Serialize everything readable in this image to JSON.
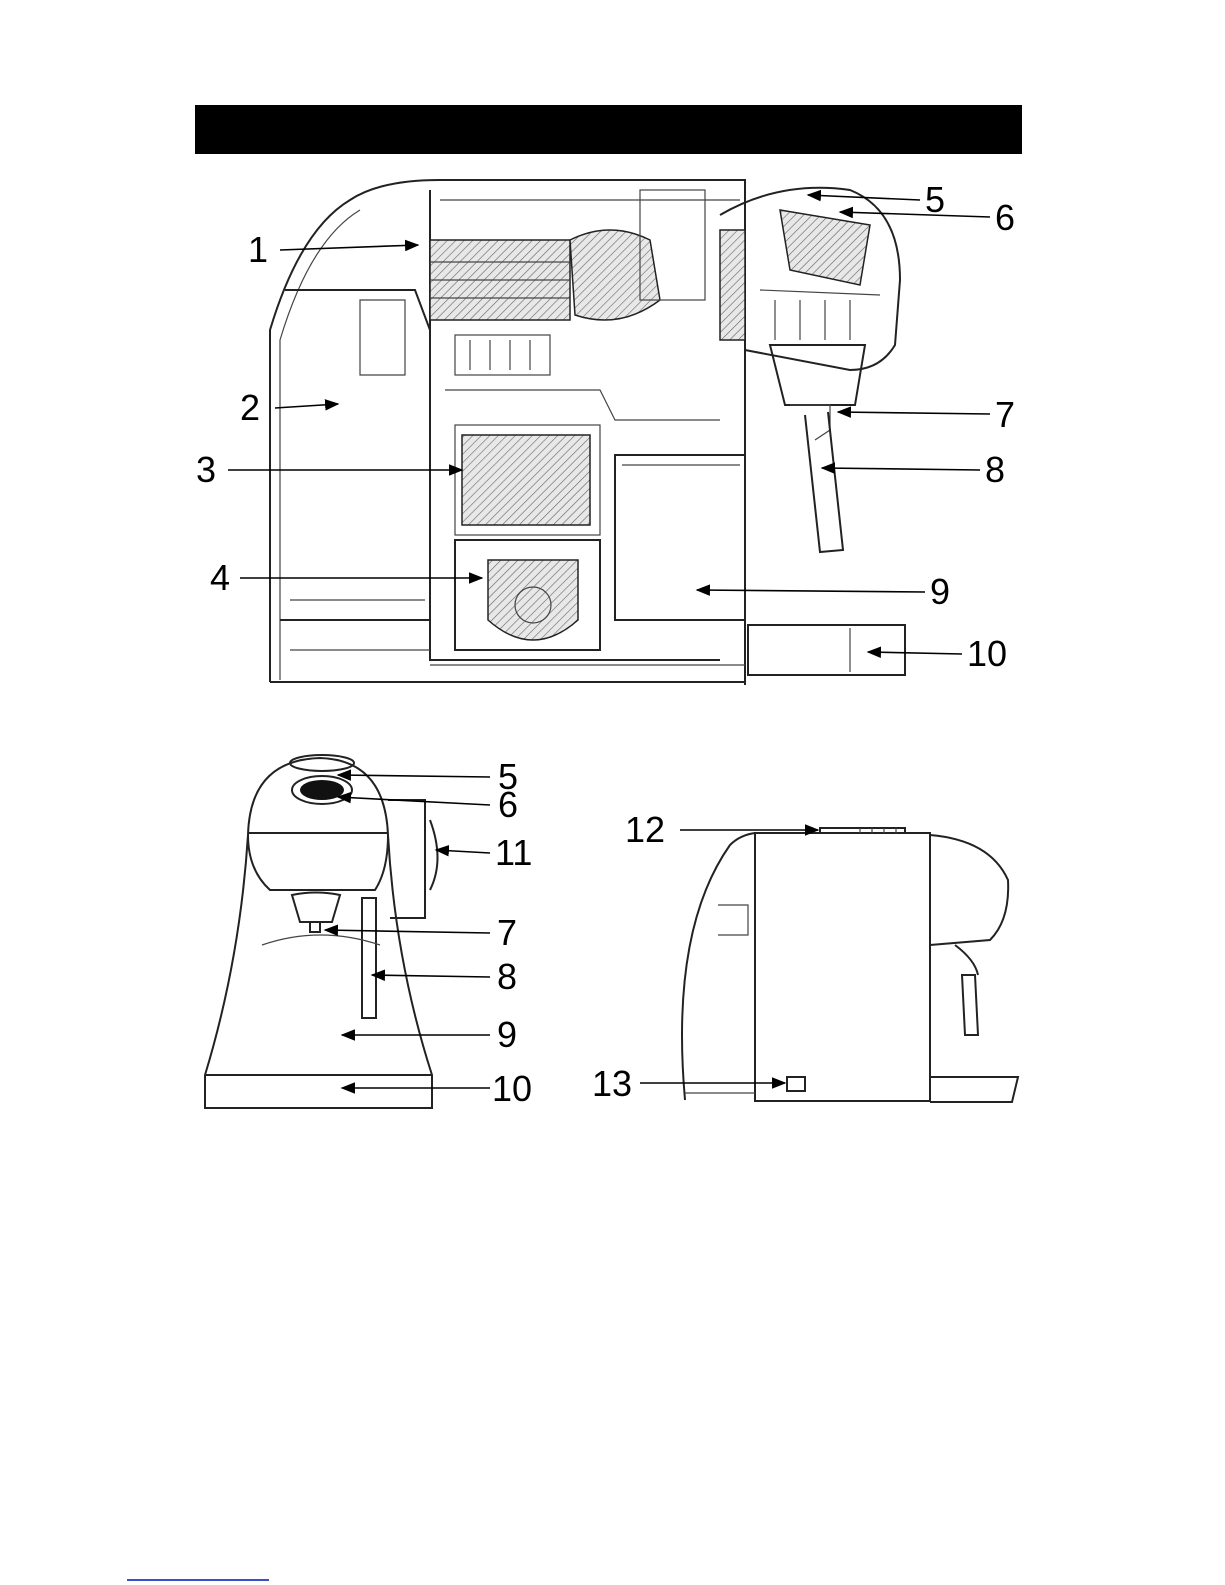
{
  "labels": {
    "l1": "1",
    "l2": "2",
    "l3": "3",
    "l4": "4",
    "l5": "5",
    "l6": "6",
    "l7": "7",
    "l8": "8",
    "l9": "9",
    "l10": "10",
    "f5": "5",
    "f6": "6",
    "f11": "11",
    "f7": "7",
    "f8": "8",
    "f9": "9",
    "f10": "10",
    "s12": "12",
    "s13": "13"
  }
}
